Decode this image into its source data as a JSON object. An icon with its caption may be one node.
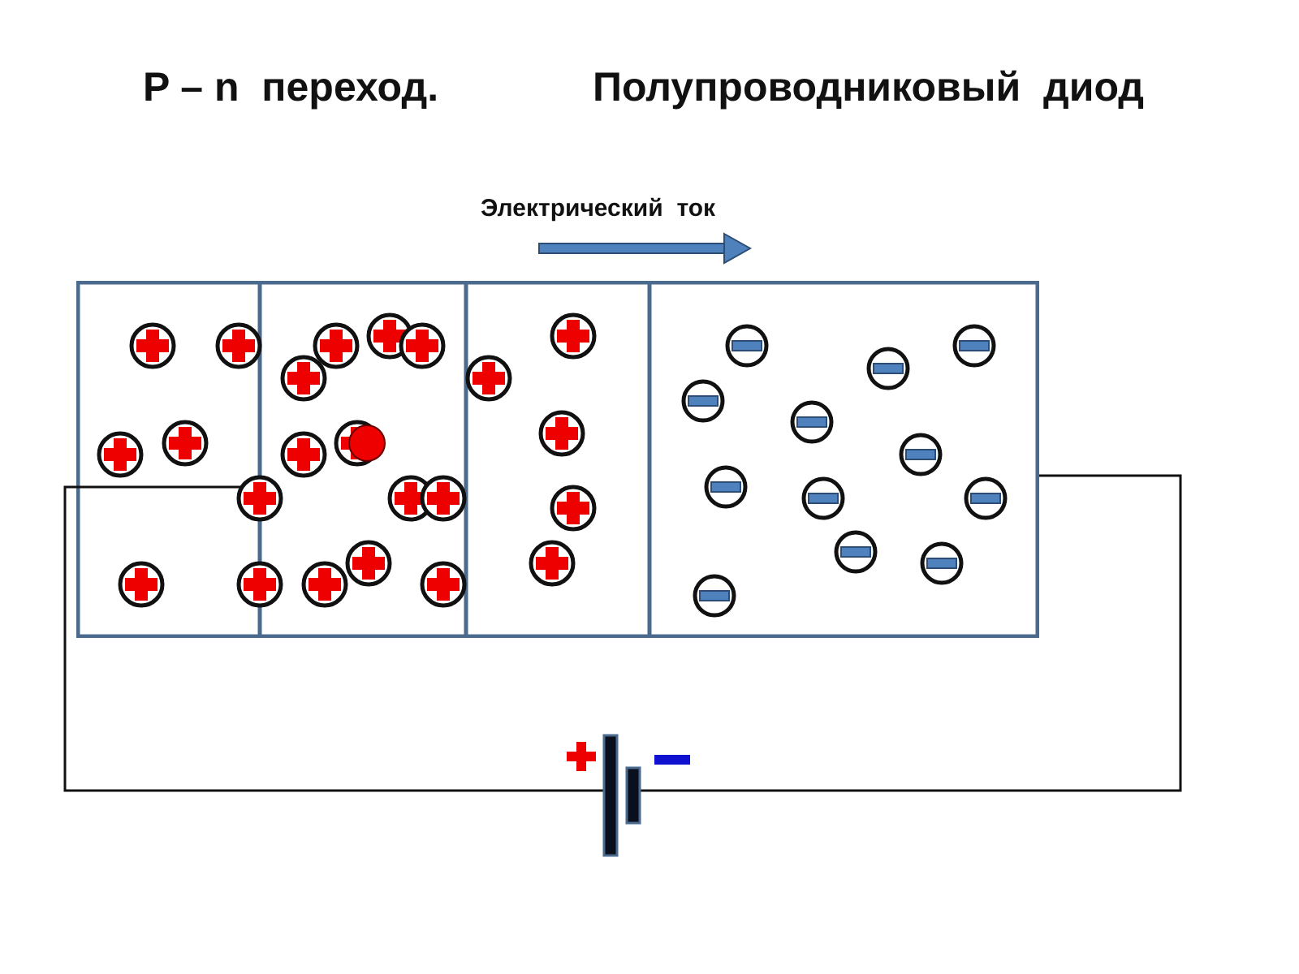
{
  "diagram": {
    "title": "P – n  переход.",
    "nodes": [
      {
        "text": [],
        "shape": "box"
      },
      {
        "text": [],
        "shape": "battery"
      }
    ],
    "edges": [
      {
        "from": 0,
        "to": 1,
        "arrow": "none"
      },
      {
        "from": 0,
        "to": 1,
        "arrow": "none"
      }
    ],
    "labels": [
      "Полупроводниковый  диод",
      "Электрический  ток"
    ]
  }
}
